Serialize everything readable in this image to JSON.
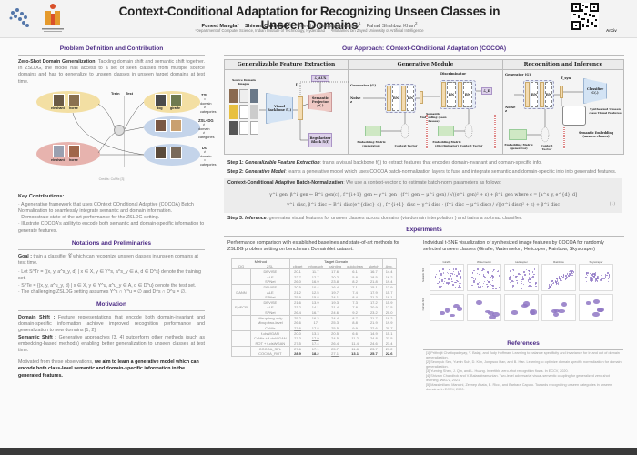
{
  "header": {
    "title": "Context-Conditional Adaptation for Recognizing Unseen Classes in Unseen Domains",
    "authors": [
      {
        "name": "Puneet Mangla",
        "sup": "1",
        "bold": true
      },
      {
        "name": "Shivam Chandhok",
        "sup": "2",
        "bold": true
      },
      {
        "name": "Vineeth N Balasubramanian",
        "sup": "1",
        "bold": false
      },
      {
        "name": "Fahad Shahbaz Khan",
        "sup": "2",
        "bold": false
      }
    ],
    "affiliations": [
      "¹Department of Computer Science, Indian Institute of Technology, Hyderabad",
      "²Mohamed bin Zayed University of Artificial Intelligence"
    ],
    "qr_label": "ArXiv"
  },
  "left": {
    "problem": {
      "title": "Problem Definition and Contribution",
      "zsdg_label": "Zero-Shot Domain Generalization:",
      "zsdg_text": "Tackling domain shift and semantic shift together. In ZSLDG, the model has access to a set of seen classes from multiple source domains and has to generalize to unseen classes in unseen target domains at test time.",
      "figure": {
        "train_label": "Train",
        "test_label": "Test",
        "labels": [
          "elephant",
          "horse",
          "dog",
          "giraffe",
          "elephant",
          "horse"
        ],
        "zsl": {
          "name": "ZSL",
          "lines": [
            "= domain",
            "≠ categories"
          ]
        },
        "zsldg": {
          "name": "ZSL+DG",
          "lines": [
            "≠ domain",
            "≠ categories"
          ]
        },
        "dg": {
          "name": "DG",
          "lines": [
            "≠ domain",
            "= categories"
          ]
        },
        "credits": "Credits: CuMix [3]"
      },
      "key_title": "Key Contributions:",
      "contributions": [
        "A generative framework that uses COntext COnditional Adaptive (COCOA) Batch Normalization to seamlessly integrate semantic and domain information.",
        "Demonstrate state-of-the-art performance for the ZSLDG setting.",
        "Illustrate COCOA's ability to encode both semantic and domain-specific information to generate features."
      ]
    },
    "notations": {
      "title": "Notations and Preliminaries",
      "goal_label": "Goal :",
      "goal_text": "train a classifier 𝒞 which can recognize unseen classes in unseen domains at test time.",
      "items": [
        "Let S^Tr = {(x, y, a^s_y, d) | x ∈ X, y ∈ Y^s, a^s_y ∈ A, d ∈ D^s} denote the training set.",
        "S^Te = {(x, y, a^u_y, d) | x ∈ X, y ∈ Y^u, a^u_y ∈ A, d ∈ D^u} denote the test set.",
        "The challenging ZSLDG setting assumes Y^s ∩ Y^u = ∅ and D^s ∩ D^u = ∅."
      ]
    },
    "motivation": {
      "title": "Motivation",
      "domain_label": "Domain Shift :",
      "domain_text": "Feature representations that encode both domain-invariant and domain-specific information achieve improved recognition performance and generalization to new domains [1, 2].",
      "semantic_label": "Semantic Shift :",
      "semantic_text": "Generative approaches [3, 4] outperform other methods (such as embedding-based methods) enabling better generalization to unseen classes at test time.",
      "conclusion_plain": "Motivated from these observations, ",
      "conclusion_bold": "we aim to learn a generative model which can encode both class-level semantic and domain-specific information in the generated features."
    }
  },
  "right": {
    "approach_title": "Our Approach: COntext-COnditional Adaptation (COCOA)",
    "diagram": {
      "panels": [
        "Generalizable Feature Extraction",
        "Generative Module",
        "Recognition and Inference"
      ],
      "source_images": "Source Domain Images",
      "visual_backbone": "Visual Backbone f(.)",
      "semantic_projector": "Semantic Projector p(.)",
      "l_aux": "ℒ_AUX",
      "regularizer": "Regularizer Block ℛ(f)",
      "generator": "Generator (G)",
      "noise": "Noise z",
      "bn": "BN",
      "discriminator": "Discriminator",
      "l_d": "ℒ_D",
      "semantic_embedding_seen": "Semantic Embedding (seen classes)",
      "semantic_embedding_unseen": "Semantic Embedding (unseen classes)",
      "emb_gen": "Embedding Matrix (generator)",
      "emb_disc": "Embedding Matrix (discriminator)",
      "context_vector": "Context Vector",
      "classifier": "Classifier C(.)",
      "synth": "Synthesized Unseen class Visual Features",
      "f_label": "f",
      "f_syn": "f_syn"
    },
    "steps": {
      "step1_label": "Step 1:",
      "step1_italic": "Generalizable Feature Extraction",
      "step1_text": ": trains a visual backbone f(.) to extract features that encodes domain-invariant and domain-specific info.",
      "step2_label": "Step 2:",
      "step2_italic": "Generative Model",
      "step2_text": ": learns a generative model which uses COCOA batch-normalization layers to fuse and integrate semantic and domain-specific info into generated features.",
      "cocoa_label": "Context-Conditional Adaptive Batch-Normalization",
      "cocoa_text": ": We use a context-vector c to estimate batch-norm parameters as follows:",
      "eq1": "γ^i_gen, β^i_gen ← B^i_gen(c) ,  f^{i+1}_gen ← γ^i_gen · (f^i_gen − μ^i_gen) / √((σ^i_gen)² + ε) + β^i_gen  where  c = [a^s_y, e^{d}_d]",
      "eq2": "γ^i_disc, β^i_disc ← B^i_disc(e^{disc}_d) ,  f^{i+1}_disc ← γ^i_disc · (f^i_disc − μ^i_disc) / √((σ^i_disc)² + ε) + β^i_disc",
      "eq_num": "(1)",
      "step3_label": "Step 3:",
      "step3_italic": "Inference",
      "step3_text": ": generates visual features for unseen classes across domains (via domain interpolation ) and trains a softmax classifier."
    },
    "experiments": {
      "title": "Experiments",
      "table_caption": "Performance comparison with established baselines and state-of-art methods for ZSLDG problem setting on benchmark DomainNet dataset.",
      "table": {
        "header_method": "Method",
        "header_target": "Target Domain",
        "sub_headers": [
          "DG",
          "ZSL",
          "clipart",
          "infograph",
          "painting",
          "quickdraw",
          "sketch",
          "Avg."
        ],
        "groups": [
          {
            "dg": "-",
            "rows": [
              {
                "zsl": "DEVISE",
                "v": [
                  "20.1",
                  "11.7",
                  "17.6",
                  "6.1",
                  "16.7",
                  "14.4"
                ]
              },
              {
                "zsl": "ALE",
                "v": [
                  "22.7",
                  "12.7",
                  "20.2",
                  "5.8",
                  "18.5",
                  "16.2"
                ]
              },
              {
                "zsl": "SPNet",
                "v": [
                  "26.0",
                  "16.9",
                  "23.8",
                  "8.2",
                  "21.8",
                  "19.4"
                ]
              }
            ]
          },
          {
            "dg": "DANN",
            "rows": [
              {
                "zsl": "DEVISE",
                "v": [
                  "20.5",
                  "10.4",
                  "16.4",
                  "7.1",
                  "15.1",
                  "13.9"
                ]
              },
              {
                "zsl": "ALE",
                "v": [
                  "21.2",
                  "12.5",
                  "19.7",
                  "7.4",
                  "17.9",
                  "15.7"
                ]
              },
              {
                "zsl": "SPNet",
                "v": [
                  "25.9",
                  "15.8",
                  "24.1",
                  "8.4",
                  "21.3",
                  "19.1"
                ]
              }
            ]
          },
          {
            "dg": "EpiFCR",
            "rows": [
              {
                "zsl": "DEVISE",
                "v": [
                  "21.6",
                  "13.9",
                  "19.3",
                  "7.3",
                  "17.2",
                  "15.9"
                ]
              },
              {
                "zsl": "ALE",
                "v": [
                  "23.2",
                  "14.1",
                  "21.4",
                  "7.8",
                  "20.9",
                  "17.5"
                ]
              },
              {
                "zsl": "SPNet",
                "v": [
                  "26.4",
                  "16.7",
                  "24.6",
                  "9.2",
                  "23.2",
                  "20.0"
                ]
              }
            ]
          },
          {
            "dg": "",
            "rows": [
              {
                "zsl": "Mixup-img-only",
                "v": [
                  "25.2",
                  "16.3",
                  "24.4",
                  "8.7",
                  "21.7",
                  "19.2"
                ]
              },
              {
                "zsl": "Mixup-two-level",
                "v": [
                  "26.6",
                  "17",
                  "25.3",
                  "8.8",
                  "21.9",
                  "19.9"
                ]
              },
              {
                "zsl": "CuMix",
                "v": [
                  "27.6",
                  "17.8",
                  "25.5",
                  "9.9",
                  "22.6",
                  "20.7"
                ],
                "underline": [
                  0
                ]
              }
            ]
          },
          {
            "dg": "",
            "rows": [
              {
                "zsl": "f-clsWGAN",
                "v": [
                  "20.0",
                  "13.3",
                  "20.5",
                  "6.6",
                  "14.9",
                  "15.1"
                ]
              },
              {
                "zsl": "CuMix + f-clsWGAN",
                "v": [
                  "27.3",
                  "17.9",
                  "24.5",
                  "11.2",
                  "24.8",
                  "21.5"
                ],
                "underline": [
                  1
                ]
              },
              {
                "zsl": "ROT + f-clsWGAN",
                "v": [
                  "27.5",
                  "17.4",
                  "26.4",
                  "11.4",
                  "24.6",
                  "21.4"
                ]
              }
            ]
          },
          {
            "dg": "",
            "rows": [
              {
                "zsl": "COCOA_SPL",
                "v": [
                  "27.6",
                  "17.1",
                  "25.7",
                  "11.8",
                  "23.7",
                  "21.2"
                ]
              },
              {
                "zsl": "COCOA_ROT",
                "v": [
                  "28.9",
                  "18.2",
                  "27.1",
                  "13.1",
                  "25.7",
                  "22.6"
                ],
                "bold": [
                  0,
                  1,
                  3,
                  4,
                  5
                ],
                "underline": [
                  2
                ]
              }
            ]
          }
        ]
      },
      "tsne_caption": "Individual t-SNE visualization of synthesized image features by COCOA for randomly selected unseen classes (Giraffe, Watermelon, Helicopter, Rainbow, Skyscraper)",
      "tsne_classes": [
        "Giraffe",
        "Watermelon",
        "Helicopter",
        "Rainbow",
        "Skyscraper"
      ],
      "tsne_row_labels": [
        "Semantic Shift",
        "Domain Shift"
      ],
      "point_color": "#8f77c4"
    },
    "references": {
      "title": "References",
      "items": [
        "[1] Prithvijit Chattopadhyay, Y. Balaji, and Judy Hoffman. Learning to balance specificity and invariance for in and out of domain generalization.",
        "[2] Seonguk Seo, Yumin Suh, D. Kim, Jongwoo Han, and B. Han. Learning to optimize domain specific normalization for domain generalization.",
        "[3] Yuming Shen, J. Qin, and L. Huang. Invertible zero-shot recognition flows. In ECCV, 2020.",
        "[4] Shivam Chandhok and V. Balasubramanian. Two-level adversarial visual-semantic coupling for generalized zero-shot learning. WACV, 2021.",
        "[5] Massimiliano Mancini, Zeynep Akata, E. Ricci, and Barbara Caputo. Towards recognizing unseen categories in unseen domains. In ECCV, 2020."
      ]
    }
  }
}
